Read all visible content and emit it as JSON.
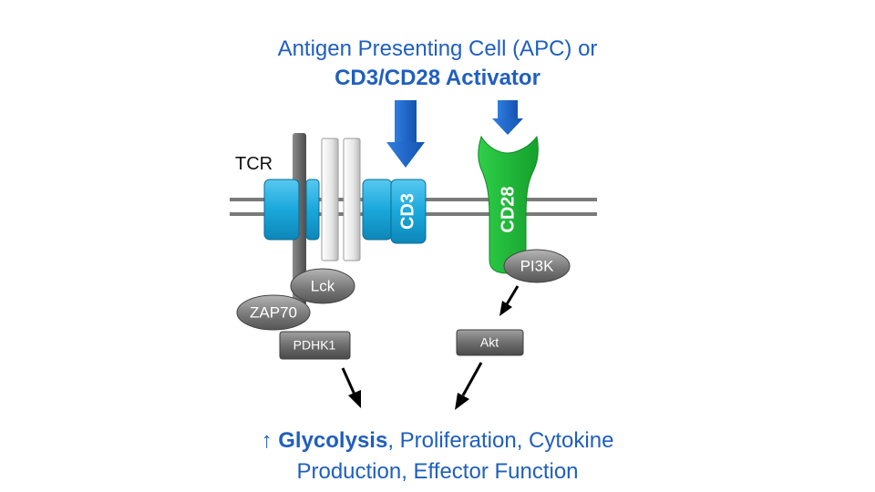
{
  "header": {
    "line1": "Antigen Presenting Cell (APC) or",
    "line2": "CD3/CD28 Activator"
  },
  "labels": {
    "tcr": "TCR",
    "cd3": "CD3",
    "cd28": "CD28",
    "pi3k": "PI3K",
    "lck": "Lck",
    "zap70": "ZAP70",
    "pdhk1": "PDHK1",
    "akt": "Akt"
  },
  "outcome": {
    "arrow": "↑",
    "glycolysis": "Glycolysis",
    "rest_line1": ",  Proliferation, Cytokine",
    "line2": "Production, Effector Function"
  },
  "colors": {
    "title_blue": "#1f5fbf",
    "tcr_cyan": "#1aa8dc",
    "cd28_green": "#22b43a",
    "arrow_blue": "#1a5fc8",
    "kinase_gray": "#6e6e6e"
  }
}
